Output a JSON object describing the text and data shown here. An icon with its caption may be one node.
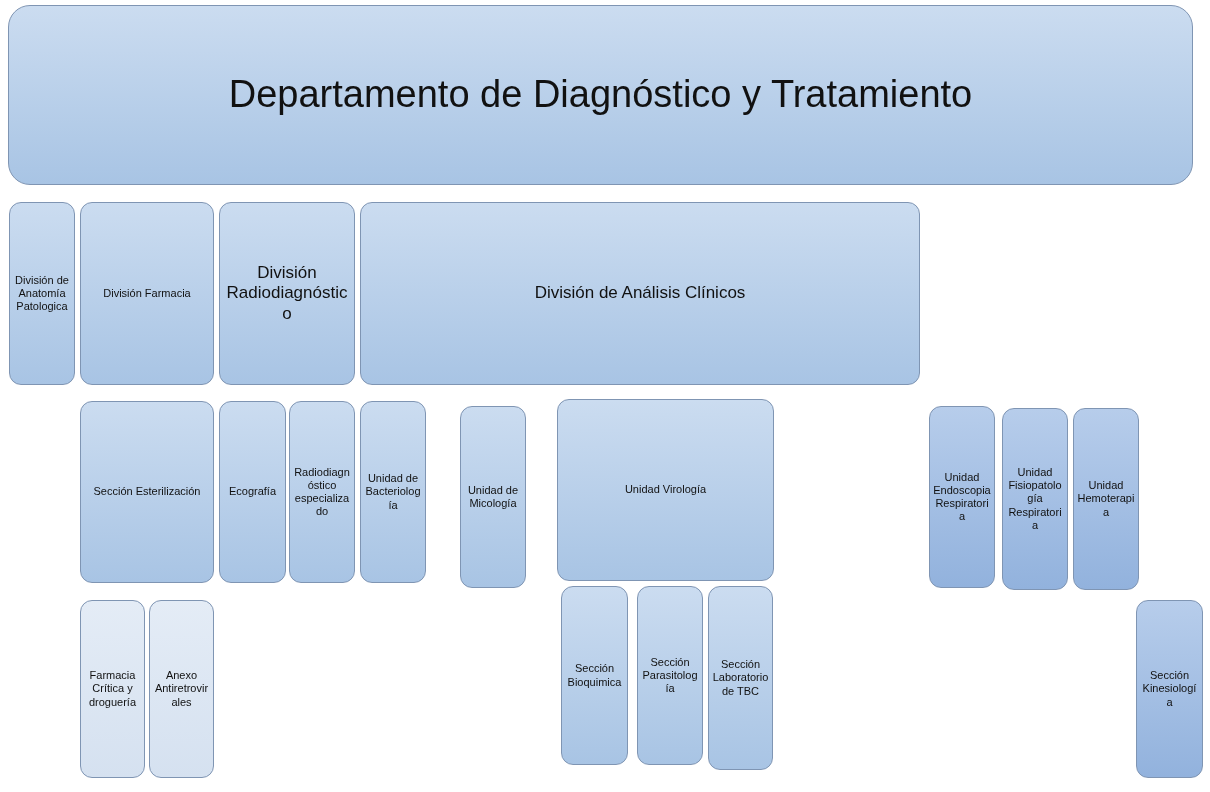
{
  "diagram": {
    "nodes": [
      {
        "text": [
          "Departamento de Diagnóstico y Tratamiento"
        ]
      },
      {
        "text": [
          "División de Anatomía Patologica"
        ]
      },
      {
        "text": [
          "División Farmacia"
        ]
      },
      {
        "text": [
          "División Radiodiagnóstico"
        ]
      },
      {
        "text": [
          "División de Análisis Clínicos"
        ]
      },
      {
        "text": [
          "Sección Esterilización"
        ]
      },
      {
        "text": [
          "Ecografía"
        ]
      },
      {
        "text": [
          "Radiodiagnóstico especializado"
        ]
      },
      {
        "text": [
          "Unidad de Bacteriología"
        ]
      },
      {
        "text": [
          "Unidad de Micología"
        ]
      },
      {
        "text": [
          "Unidad Virología"
        ]
      },
      {
        "text": [
          "Unidad Endoscopia Respiratoria"
        ]
      },
      {
        "text": [
          "Unidad Fisiopatología Respiratoria"
        ]
      },
      {
        "text": [
          "Unidad Hemoterapia"
        ]
      },
      {
        "text": [
          "Farmacia Crítica y droguería"
        ]
      },
      {
        "text": [
          "Anexo Antiretrovirales"
        ]
      },
      {
        "text": [
          "Sección Bioquimica"
        ]
      },
      {
        "text": [
          "Sección Parasitología"
        ]
      },
      {
        "text": [
          "Sección Laboratorio de TBC"
        ]
      },
      {
        "text": [
          "Sección Kinesiología"
        ]
      }
    ]
  }
}
